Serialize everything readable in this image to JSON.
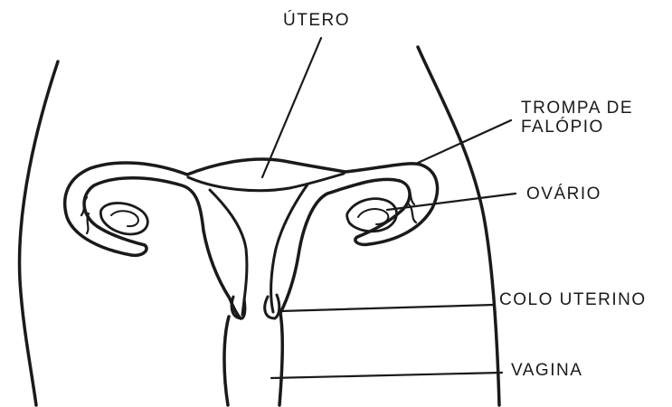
{
  "labels": {
    "utero": "ÚTERO",
    "trompa_line1": "TROMPA DE",
    "trompa_line2": "FALÓPIO",
    "ovario": "OVÁRIO",
    "colo_uterino": "COLO UTERINO",
    "vagina": "VAGINA"
  }
}
